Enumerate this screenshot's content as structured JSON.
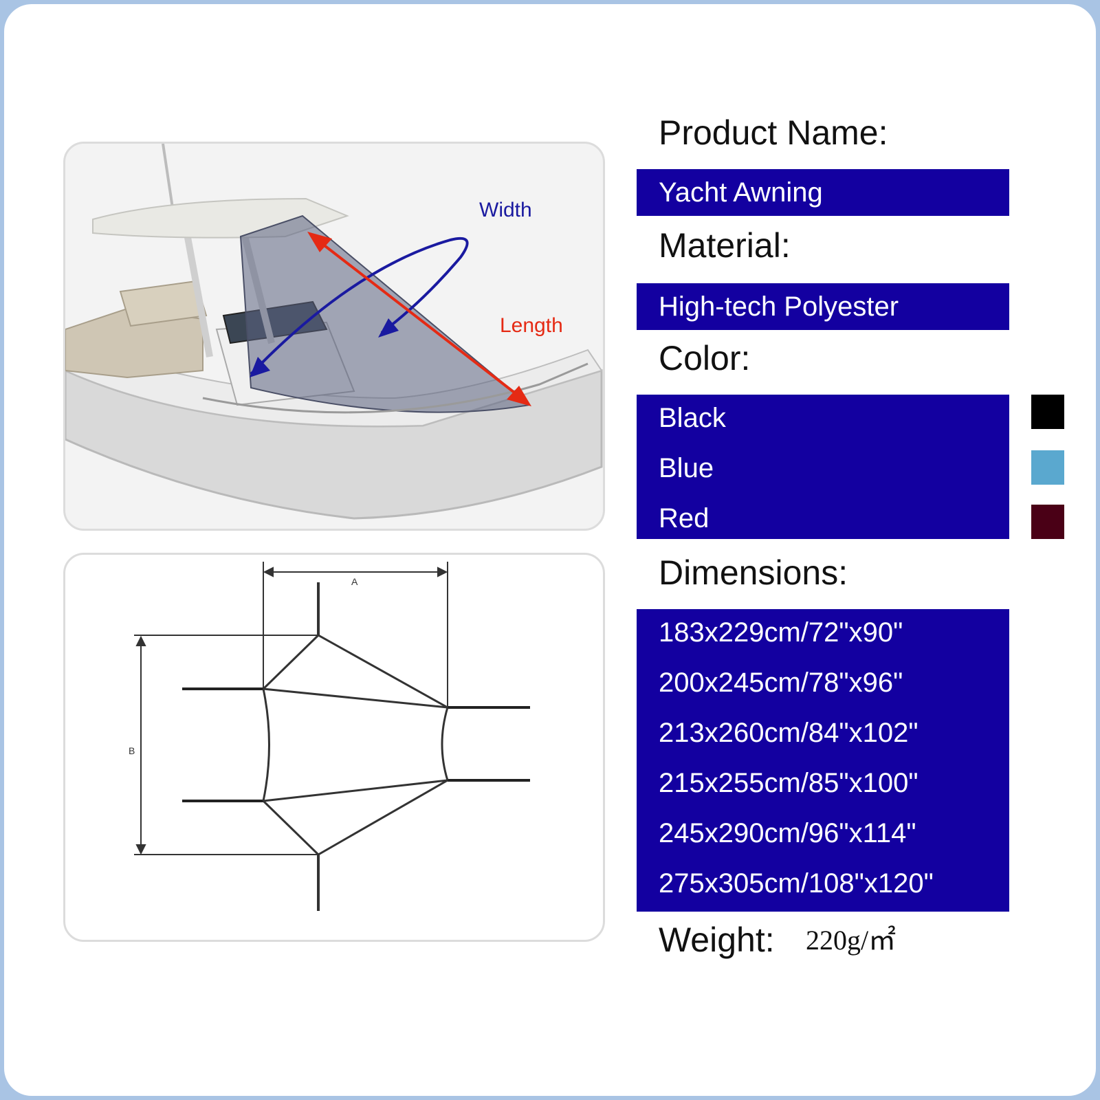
{
  "diagram_labels": {
    "width": "Width",
    "length": "Length",
    "a": "A",
    "b": "B"
  },
  "product": {
    "heading": "Product Name:",
    "value": "Yacht Awning"
  },
  "material": {
    "heading": "Material:",
    "value": "High-tech Polyester"
  },
  "color": {
    "heading": "Color:",
    "options": [
      {
        "name": "Black",
        "swatch": "#000000"
      },
      {
        "name": "Blue",
        "swatch": "#5aa8cf"
      },
      {
        "name": "Red",
        "swatch": "#4a0016"
      }
    ]
  },
  "dimensions": {
    "heading": "Dimensions:",
    "sizes": [
      "183x229cm/72\"x90\"",
      "200x245cm/78\"x96\"",
      "213x260cm/84\"x102\"",
      "215x255cm/85\"x100\"",
      "245x290cm/96\"x114\"",
      "275x305cm/108\"x120\""
    ]
  },
  "weight": {
    "heading": "Weight:",
    "value": "220g/㎡"
  },
  "colors": {
    "bar_bg": "#1300a0",
    "width_arrow": "#1a1aa0",
    "length_arrow": "#e52a14"
  }
}
